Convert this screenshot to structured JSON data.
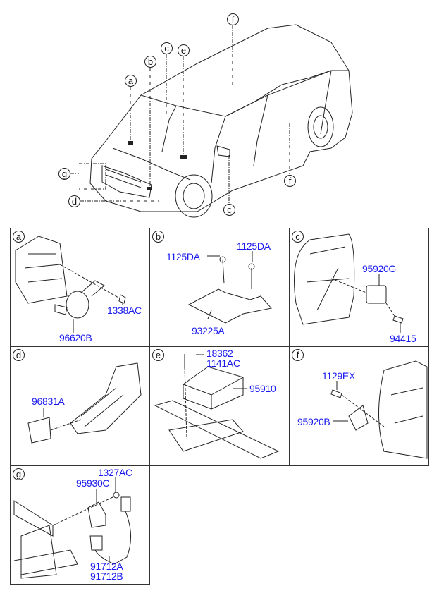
{
  "overview": {
    "callouts": [
      "a",
      "b",
      "c",
      "e",
      "f",
      "f",
      "g",
      "d",
      "c"
    ]
  },
  "panels": [
    {
      "id": "a",
      "parts": [
        "1338AC",
        "96620B"
      ]
    },
    {
      "id": "b",
      "parts": [
        "1125DA",
        "1125DA",
        "93225A"
      ]
    },
    {
      "id": "c",
      "parts": [
        "95920G",
        "94415"
      ]
    },
    {
      "id": "d",
      "parts": [
        "96831A"
      ]
    },
    {
      "id": "e",
      "parts": [
        "18362",
        "1141AC",
        "95910"
      ]
    },
    {
      "id": "f",
      "parts": [
        "1129EX",
        "95920B"
      ]
    },
    {
      "id": "g",
      "parts": [
        "1327AC",
        "95930C",
        "91712A",
        "91712B"
      ]
    }
  ],
  "colors": {
    "part_number": "#1a1aee",
    "line": "#222222"
  }
}
